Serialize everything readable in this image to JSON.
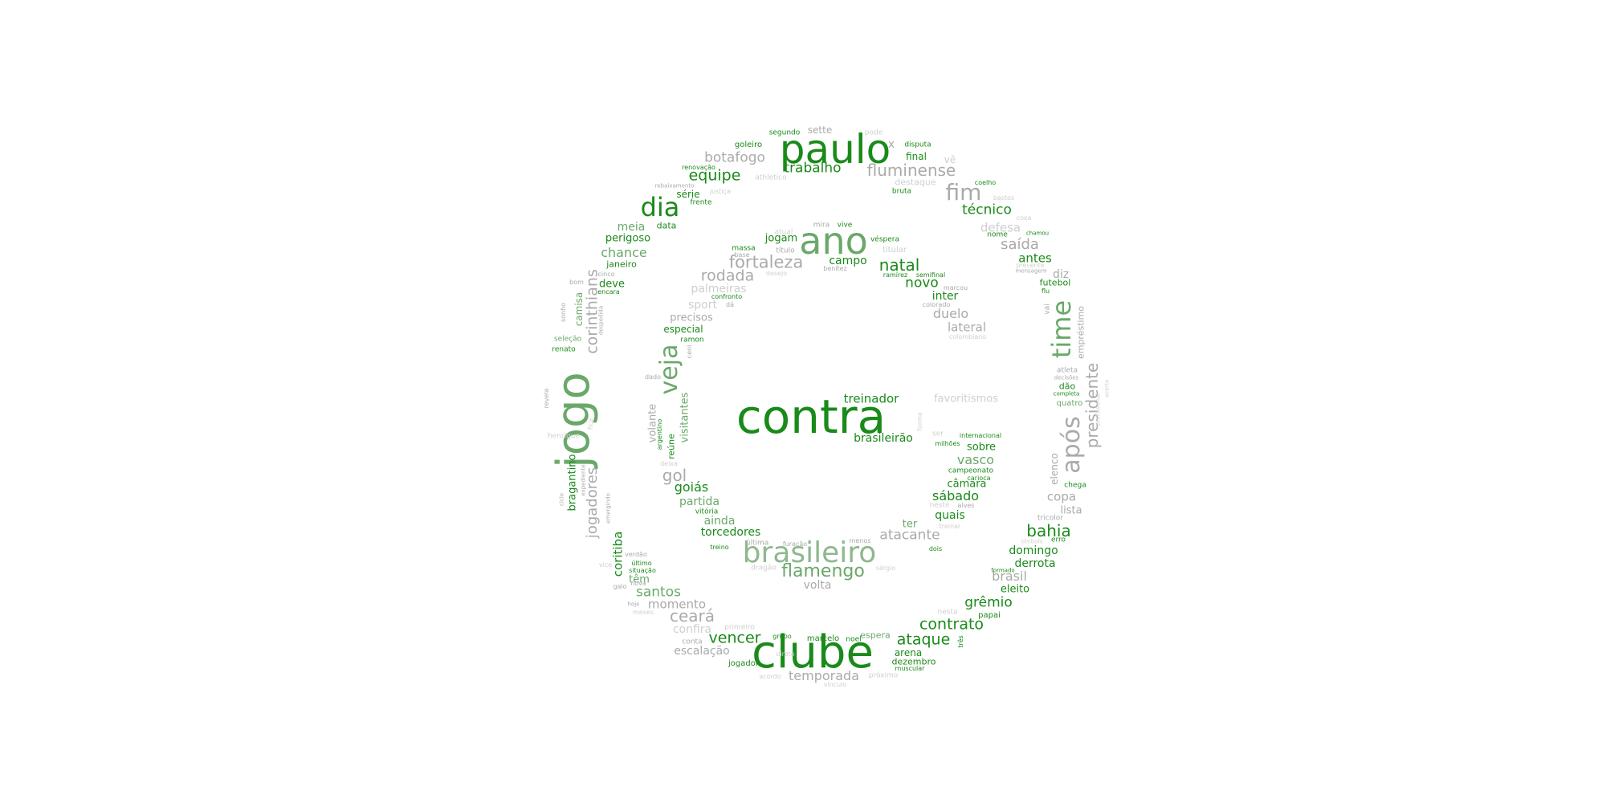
{
  "palette": {
    "green": "#1a8a1a",
    "mid": "#6aa86a",
    "grey": "#aaaaaa",
    "light": "#cfcfcf"
  },
  "words": [
    {
      "text": "contra",
      "weight": 56,
      "color": "#1a8a1a"
    },
    {
      "text": "clube",
      "weight": 52,
      "color": "#1a8a1a"
    },
    {
      "text": "jogo",
      "weight": 50,
      "color": "#6aa86a"
    },
    {
      "text": "paulo",
      "weight": 48,
      "color": "#1a8a1a"
    },
    {
      "text": "ano",
      "weight": 46,
      "color": "#6aa86a"
    },
    {
      "text": "brasileiro",
      "weight": 36,
      "color": "#8fb88f"
    },
    {
      "text": "veja",
      "weight": 30,
      "color": "#6aa86a"
    },
    {
      "text": "time",
      "weight": 30,
      "color": "#6aa86a"
    },
    {
      "text": "após",
      "weight": 30,
      "color": "#aaaaaa"
    },
    {
      "text": "dia",
      "weight": 30,
      "color": "#1a8a1a"
    },
    {
      "text": "fim",
      "weight": 28,
      "color": "#aaaaaa"
    },
    {
      "text": "fluminense",
      "weight": 20,
      "color": "#aaaaaa"
    },
    {
      "text": "fortaleza",
      "weight": 20,
      "color": "#aaaaaa"
    },
    {
      "text": "natal",
      "weight": 20,
      "color": "#1a8a1a"
    },
    {
      "text": "flamengo",
      "weight": 20,
      "color": "#6aa86a"
    },
    {
      "text": "presidente",
      "weight": 20,
      "color": "#aaaaaa"
    },
    {
      "text": "corinthians",
      "weight": 20,
      "color": "#aaaaaa"
    },
    {
      "text": "jogadores",
      "weight": 18,
      "color": "#aaaaaa"
    },
    {
      "text": "equipe",
      "weight": 18,
      "color": "#1a8a1a"
    },
    {
      "text": "rodada",
      "weight": 18,
      "color": "#aaaaaa"
    },
    {
      "text": "ceará",
      "weight": 18,
      "color": "#aaaaaa"
    },
    {
      "text": "contrato",
      "weight": 18,
      "color": "#1a8a1a"
    },
    {
      "text": "bahia",
      "weight": 18,
      "color": "#1a8a1a"
    },
    {
      "text": "ataque",
      "weight": 18,
      "color": "#1a8a1a"
    },
    {
      "text": "vencer",
      "weight": 18,
      "color": "#1a8a1a"
    },
    {
      "text": "gol",
      "weight": 18,
      "color": "#aaaaaa"
    },
    {
      "text": "treinador",
      "weight": 15,
      "color": "#1a8a1a"
    },
    {
      "text": "trabalho",
      "weight": 16,
      "color": "#1a8a1a"
    },
    {
      "text": "botafogo",
      "weight": 16,
      "color": "#aaaaaa"
    },
    {
      "text": "técnico",
      "weight": 16,
      "color": "#1a8a1a"
    },
    {
      "text": "saída",
      "weight": 16,
      "color": "#aaaaaa"
    },
    {
      "text": "santos",
      "weight": 16,
      "color": "#6aa86a"
    },
    {
      "text": "atacante",
      "weight": 16,
      "color": "#aaaaaa"
    },
    {
      "text": "temporada",
      "weight": 15,
      "color": "#aaaaaa"
    },
    {
      "text": "grêmio",
      "weight": 16,
      "color": "#1a8a1a"
    },
    {
      "text": "goiás",
      "weight": 15,
      "color": "#1a8a1a"
    },
    {
      "text": "chance",
      "weight": 15,
      "color": "#6aa86a"
    },
    {
      "text": "novo",
      "weight": 16,
      "color": "#1a8a1a"
    },
    {
      "text": "sábado",
      "weight": 15,
      "color": "#1a8a1a"
    },
    {
      "text": "torcedores",
      "weight": 14,
      "color": "#1a8a1a"
    },
    {
      "text": "brasil",
      "weight": 15,
      "color": "#aaaaaa"
    },
    {
      "text": "duelo",
      "weight": 15,
      "color": "#aaaaaa"
    },
    {
      "text": "vasco",
      "weight": 15,
      "color": "#6aa86a"
    },
    {
      "text": "brasileirão",
      "weight": 13,
      "color": "#1a8a1a"
    },
    {
      "text": "momento",
      "weight": 14,
      "color": "#aaaaaa"
    },
    {
      "text": "bragantino",
      "weight": 13,
      "color": "#1a8a1a"
    },
    {
      "text": "coritiba",
      "weight": 14,
      "color": "#1a8a1a"
    },
    {
      "text": "visitantes",
      "weight": 12,
      "color": "#6aa86a"
    },
    {
      "text": "volante",
      "weight": 12,
      "color": "#aaaaaa"
    },
    {
      "text": "ainda",
      "weight": 14,
      "color": "#6aa86a"
    },
    {
      "text": "partida",
      "weight": 14,
      "color": "#6aa86a"
    },
    {
      "text": "domingo",
      "weight": 13,
      "color": "#1a8a1a"
    },
    {
      "text": "derrota",
      "weight": 13,
      "color": "#1a8a1a"
    },
    {
      "text": "eleito",
      "weight": 12,
      "color": "#1a8a1a"
    },
    {
      "text": "escalação",
      "weight": 13,
      "color": "#aaaaaa"
    },
    {
      "text": "confira",
      "weight": 13,
      "color": "#cfcfcf"
    },
    {
      "text": "volta",
      "weight": 13,
      "color": "#aaaaaa"
    },
    {
      "text": "campo",
      "weight": 14,
      "color": "#1a8a1a"
    },
    {
      "text": "inter",
      "weight": 13,
      "color": "#1a8a1a"
    },
    {
      "text": "lateral",
      "weight": 14,
      "color": "#aaaaaa"
    },
    {
      "text": "defesa",
      "weight": 14,
      "color": "#cfcfcf"
    },
    {
      "text": "antes",
      "weight": 14,
      "color": "#1a8a1a"
    },
    {
      "text": "diz",
      "weight": 14,
      "color": "#aaaaaa"
    },
    {
      "text": "copa",
      "weight": 14,
      "color": "#aaaaaa"
    },
    {
      "text": "lista",
      "weight": 13,
      "color": "#aaaaaa"
    },
    {
      "text": "sobre",
      "weight": 13,
      "color": "#1a8a1a"
    },
    {
      "text": "quais",
      "weight": 13,
      "color": "#1a8a1a"
    },
    {
      "text": "câmara",
      "weight": 12,
      "color": "#1a8a1a"
    },
    {
      "text": "favoritismos",
      "weight": 13,
      "color": "#cfcfcf"
    },
    {
      "text": "ter",
      "weight": 12,
      "color": "#6aa86a"
    },
    {
      "text": "arena",
      "weight": 12,
      "color": "#1a8a1a"
    },
    {
      "text": "dezembro",
      "weight": 11,
      "color": "#1a8a1a"
    },
    {
      "text": "espera",
      "weight": 11,
      "color": "#6aa86a"
    },
    {
      "text": "final",
      "weight": 12,
      "color": "#1a8a1a"
    },
    {
      "text": "sette",
      "weight": 12,
      "color": "#aaaaaa"
    },
    {
      "text": "série",
      "weight": 12,
      "color": "#1a8a1a"
    },
    {
      "text": "meia",
      "weight": 13,
      "color": "#6aa86a"
    },
    {
      "text": "data",
      "weight": 11,
      "color": "#1a8a1a"
    },
    {
      "text": "perigoso",
      "weight": 12,
      "color": "#1a8a1a"
    },
    {
      "text": "janeiro",
      "weight": 11,
      "color": "#1a8a1a"
    },
    {
      "text": "deve",
      "weight": 12,
      "color": "#1a8a1a"
    },
    {
      "text": "camisa",
      "weight": 12,
      "color": "#6aa86a"
    },
    {
      "text": "especial",
      "weight": 12,
      "color": "#1a8a1a"
    },
    {
      "text": "precisos",
      "weight": 12,
      "color": "#aaaaaa"
    },
    {
      "text": "sport",
      "weight": 13,
      "color": "#cfcfcf"
    },
    {
      "text": "palmeiras",
      "weight": 13,
      "color": "#cfcfcf"
    },
    {
      "text": "jogam",
      "weight": 12,
      "color": "#1a8a1a"
    },
    {
      "text": "futebol",
      "weight": 11,
      "color": "#1a8a1a"
    },
    {
      "text": "empréstimo",
      "weight": 11,
      "color": "#aaaaaa"
    },
    {
      "text": "dão",
      "weight": 11,
      "color": "#1a8a1a"
    },
    {
      "text": "quatro",
      "weight": 10,
      "color": "#6aa86a"
    },
    {
      "text": "elenco",
      "weight": 11,
      "color": "#aaaaaa"
    },
    {
      "text": "têm",
      "weight": 12,
      "color": "#6aa86a"
    },
    {
      "text": "reúne",
      "weight": 11,
      "color": "#1a8a1a"
    },
    {
      "text": "jogador",
      "weight": 10,
      "color": "#1a8a1a"
    },
    {
      "text": "marcelo",
      "weight": 10,
      "color": "#1a8a1a"
    },
    {
      "text": "papai",
      "weight": 10,
      "color": "#1a8a1a"
    },
    {
      "text": "goleiro",
      "weight": 10,
      "color": "#1a8a1a"
    },
    {
      "text": "segundo",
      "weight": 9,
      "color": "#1a8a1a"
    },
    {
      "text": "pode",
      "weight": 9,
      "color": "#cfcfcf"
    },
    {
      "text": "disputa",
      "weight": 9,
      "color": "#1a8a1a"
    },
    {
      "text": "vê",
      "weight": 12,
      "color": "#cfcfcf"
    },
    {
      "text": "destaque",
      "weight": 11,
      "color": "#cfcfcf"
    },
    {
      "text": "bruta",
      "weight": 9,
      "color": "#1a8a1a"
    },
    {
      "text": "coelho",
      "weight": 8,
      "color": "#1a8a1a"
    },
    {
      "text": "bastos",
      "weight": 8,
      "color": "#cfcfcf"
    },
    {
      "text": "coxa",
      "weight": 8,
      "color": "#cfcfcf"
    },
    {
      "text": "renovação",
      "weight": 8,
      "color": "#1a8a1a"
    },
    {
      "text": "rebaixamento",
      "weight": 7,
      "color": "#aaaaaa"
    },
    {
      "text": "athletico",
      "weight": 9,
      "color": "#cfcfcf"
    },
    {
      "text": "justiça",
      "weight": 8,
      "color": "#cfcfcf"
    },
    {
      "text": "frente",
      "weight": 9,
      "color": "#1a8a1a"
    },
    {
      "text": "mira",
      "weight": 9,
      "color": "#aaaaaa"
    },
    {
      "text": "vive",
      "weight": 9,
      "color": "#1a8a1a"
    },
    {
      "text": "atual",
      "weight": 9,
      "color": "#cfcfcf"
    },
    {
      "text": "véspera",
      "weight": 9,
      "color": "#1a8a1a"
    },
    {
      "text": "titular",
      "weight": 10,
      "color": "#cfcfcf"
    },
    {
      "text": "título",
      "weight": 9,
      "color": "#aaaaaa"
    },
    {
      "text": "massa",
      "weight": 9,
      "color": "#1a8a1a"
    },
    {
      "text": "base",
      "weight": 8,
      "color": "#aaaaaa"
    },
    {
      "text": "benítez",
      "weight": 8,
      "color": "#aaaaaa"
    },
    {
      "text": "desejo",
      "weight": 8,
      "color": "#cfcfcf"
    },
    {
      "text": "ramírez",
      "weight": 8,
      "color": "#1a8a1a"
    },
    {
      "text": "semifinal",
      "weight": 8,
      "color": "#1a8a1a"
    },
    {
      "text": "marcou",
      "weight": 8,
      "color": "#aaaaaa"
    },
    {
      "text": "colorado",
      "weight": 8,
      "color": "#aaaaaa"
    },
    {
      "text": "colombiano",
      "weight": 8,
      "color": "#cfcfcf"
    },
    {
      "text": "confronto",
      "weight": 8,
      "color": "#1a8a1a"
    },
    {
      "text": "dá",
      "weight": 8,
      "color": "#aaaaaa"
    },
    {
      "text": "ramon",
      "weight": 9,
      "color": "#1a8a1a"
    },
    {
      "text": "ceni",
      "weight": 8,
      "color": "#aaaaaa"
    },
    {
      "text": "dado",
      "weight": 8,
      "color": "#aaaaaa"
    },
    {
      "text": "argentino",
      "weight": 8,
      "color": "#1a8a1a"
    },
    {
      "text": "deixa",
      "weight": 8,
      "color": "#cfcfcf"
    },
    {
      "text": "vitória",
      "weight": 9,
      "color": "#1a8a1a"
    },
    {
      "text": "última",
      "weight": 9,
      "color": "#aaaaaa"
    },
    {
      "text": "furacão",
      "weight": 8,
      "color": "#aaaaaa"
    },
    {
      "text": "treino",
      "weight": 8,
      "color": "#1a8a1a"
    },
    {
      "text": "menos",
      "weight": 8,
      "color": "#aaaaaa"
    },
    {
      "text": "dois",
      "weight": 8,
      "color": "#1a8a1a"
    },
    {
      "text": "dragão",
      "weight": 9,
      "color": "#cfcfcf"
    },
    {
      "text": "sérgio",
      "weight": 8,
      "color": "#cfcfcf"
    },
    {
      "text": "treinar",
      "weight": 8,
      "color": "#cfcfcf"
    },
    {
      "text": "neste",
      "weight": 9,
      "color": "#cfcfcf"
    },
    {
      "text": "alves",
      "weight": 8,
      "color": "#aaaaaa"
    },
    {
      "text": "campeonato",
      "weight": 9,
      "color": "#1a8a1a"
    },
    {
      "text": "carioca",
      "weight": 8,
      "color": "#1a8a1a"
    },
    {
      "text": "internacional",
      "weight": 8,
      "color": "#1a8a1a"
    },
    {
      "text": "milhões",
      "weight": 8,
      "color": "#1a8a1a"
    },
    {
      "text": "ser",
      "weight": 9,
      "color": "#cfcfcf"
    },
    {
      "text": "forma",
      "weight": 8,
      "color": "#cfcfcf"
    },
    {
      "text": "tricolor",
      "weight": 9,
      "color": "#aaaaaa"
    },
    {
      "text": "erro",
      "weight": 9,
      "color": "#1a8a1a"
    },
    {
      "text": "símbolo",
      "weight": 7,
      "color": "#cfcfcf"
    },
    {
      "text": "formado",
      "weight": 7,
      "color": "#1a8a1a"
    },
    {
      "text": "nome",
      "weight": 9,
      "color": "#1a8a1a"
    },
    {
      "text": "chamou",
      "weight": 7,
      "color": "#1a8a1a"
    },
    {
      "text": "presente",
      "weight": 8,
      "color": "#cfcfcf"
    },
    {
      "text": "mensagem",
      "weight": 7,
      "color": "#aaaaaa"
    },
    {
      "text": "flu",
      "weight": 8,
      "color": "#1a8a1a"
    },
    {
      "text": "vai",
      "weight": 9,
      "color": "#aaaaaa"
    },
    {
      "text": "atleta",
      "weight": 9,
      "color": "#aaaaaa"
    },
    {
      "text": "decisões",
      "weight": 7,
      "color": "#aaaaaa"
    },
    {
      "text": "completa",
      "weight": 7,
      "color": "#1a8a1a"
    },
    {
      "text": "chega",
      "weight": 9,
      "color": "#1a8a1a"
    },
    {
      "text": "profissional",
      "weight": 7,
      "color": "#cfcfcf"
    },
    {
      "text": "acerta",
      "weight": 7,
      "color": "#cfcfcf"
    },
    {
      "text": "nesta",
      "weight": 9,
      "color": "#cfcfcf"
    },
    {
      "text": "três",
      "weight": 8,
      "color": "#1a8a1a"
    },
    {
      "text": "muscular",
      "weight": 8,
      "color": "#1a8a1a"
    },
    {
      "text": "noel",
      "weight": 9,
      "color": "#1a8a1a"
    },
    {
      "text": "grupo",
      "weight": 8,
      "color": "#1a8a1a"
    },
    {
      "text": "direto",
      "weight": 8,
      "color": "#cfcfcf"
    },
    {
      "text": "acordo",
      "weight": 8,
      "color": "#cfcfcf"
    },
    {
      "text": "vínculo",
      "weight": 8,
      "color": "#cfcfcf"
    },
    {
      "text": "próximo",
      "weight": 9,
      "color": "#cfcfcf"
    },
    {
      "text": "conta",
      "weight": 9,
      "color": "#aaaaaa"
    },
    {
      "text": "primeiro",
      "weight": 9,
      "color": "#cfcfcf"
    },
    {
      "text": "nova",
      "weight": 8,
      "color": "#aaaaaa"
    },
    {
      "text": "galo",
      "weight": 8,
      "color": "#aaaaaa"
    },
    {
      "text": "hoje",
      "weight": 7,
      "color": "#aaaaaa"
    },
    {
      "text": "meses",
      "weight": 8,
      "color": "#cfcfcf"
    },
    {
      "text": "situação",
      "weight": 8,
      "color": "#1a8a1a"
    },
    {
      "text": "último",
      "weight": 8,
      "color": "#1a8a1a"
    },
    {
      "text": "verdão",
      "weight": 8,
      "color": "#aaaaaa"
    },
    {
      "text": "vice",
      "weight": 8,
      "color": "#cfcfcf"
    },
    {
      "text": "emergindo",
      "weight": 7,
      "color": "#aaaaaa"
    },
    {
      "text": "expediente",
      "weight": 7,
      "color": "#aaaaaa"
    },
    {
      "text": "ciclo",
      "weight": 7,
      "color": "#aaaaaa"
    },
    {
      "text": "henrique",
      "weight": 9,
      "color": "#cfcfcf"
    },
    {
      "text": "revela",
      "weight": 8,
      "color": "#aaaaaa"
    },
    {
      "text": "fica",
      "weight": 8,
      "color": "#cfcfcf"
    },
    {
      "text": "renato",
      "weight": 9,
      "color": "#1a8a1a"
    },
    {
      "text": "seleção",
      "weight": 9,
      "color": "#6aa86a"
    },
    {
      "text": "sonho",
      "weight": 8,
      "color": "#aaaaaa"
    },
    {
      "text": "bom",
      "weight": 8,
      "color": "#aaaaaa"
    },
    {
      "text": "cinco",
      "weight": 8,
      "color": "#aaaaaa"
    },
    {
      "text": "encara",
      "weight": 8,
      "color": "#1a8a1a"
    },
    {
      "text": "despedida",
      "weight": 7,
      "color": "#aaaaaa"
    },
    {
      "text": "x",
      "weight": 14,
      "color": "#aaaaaa"
    }
  ]
}
